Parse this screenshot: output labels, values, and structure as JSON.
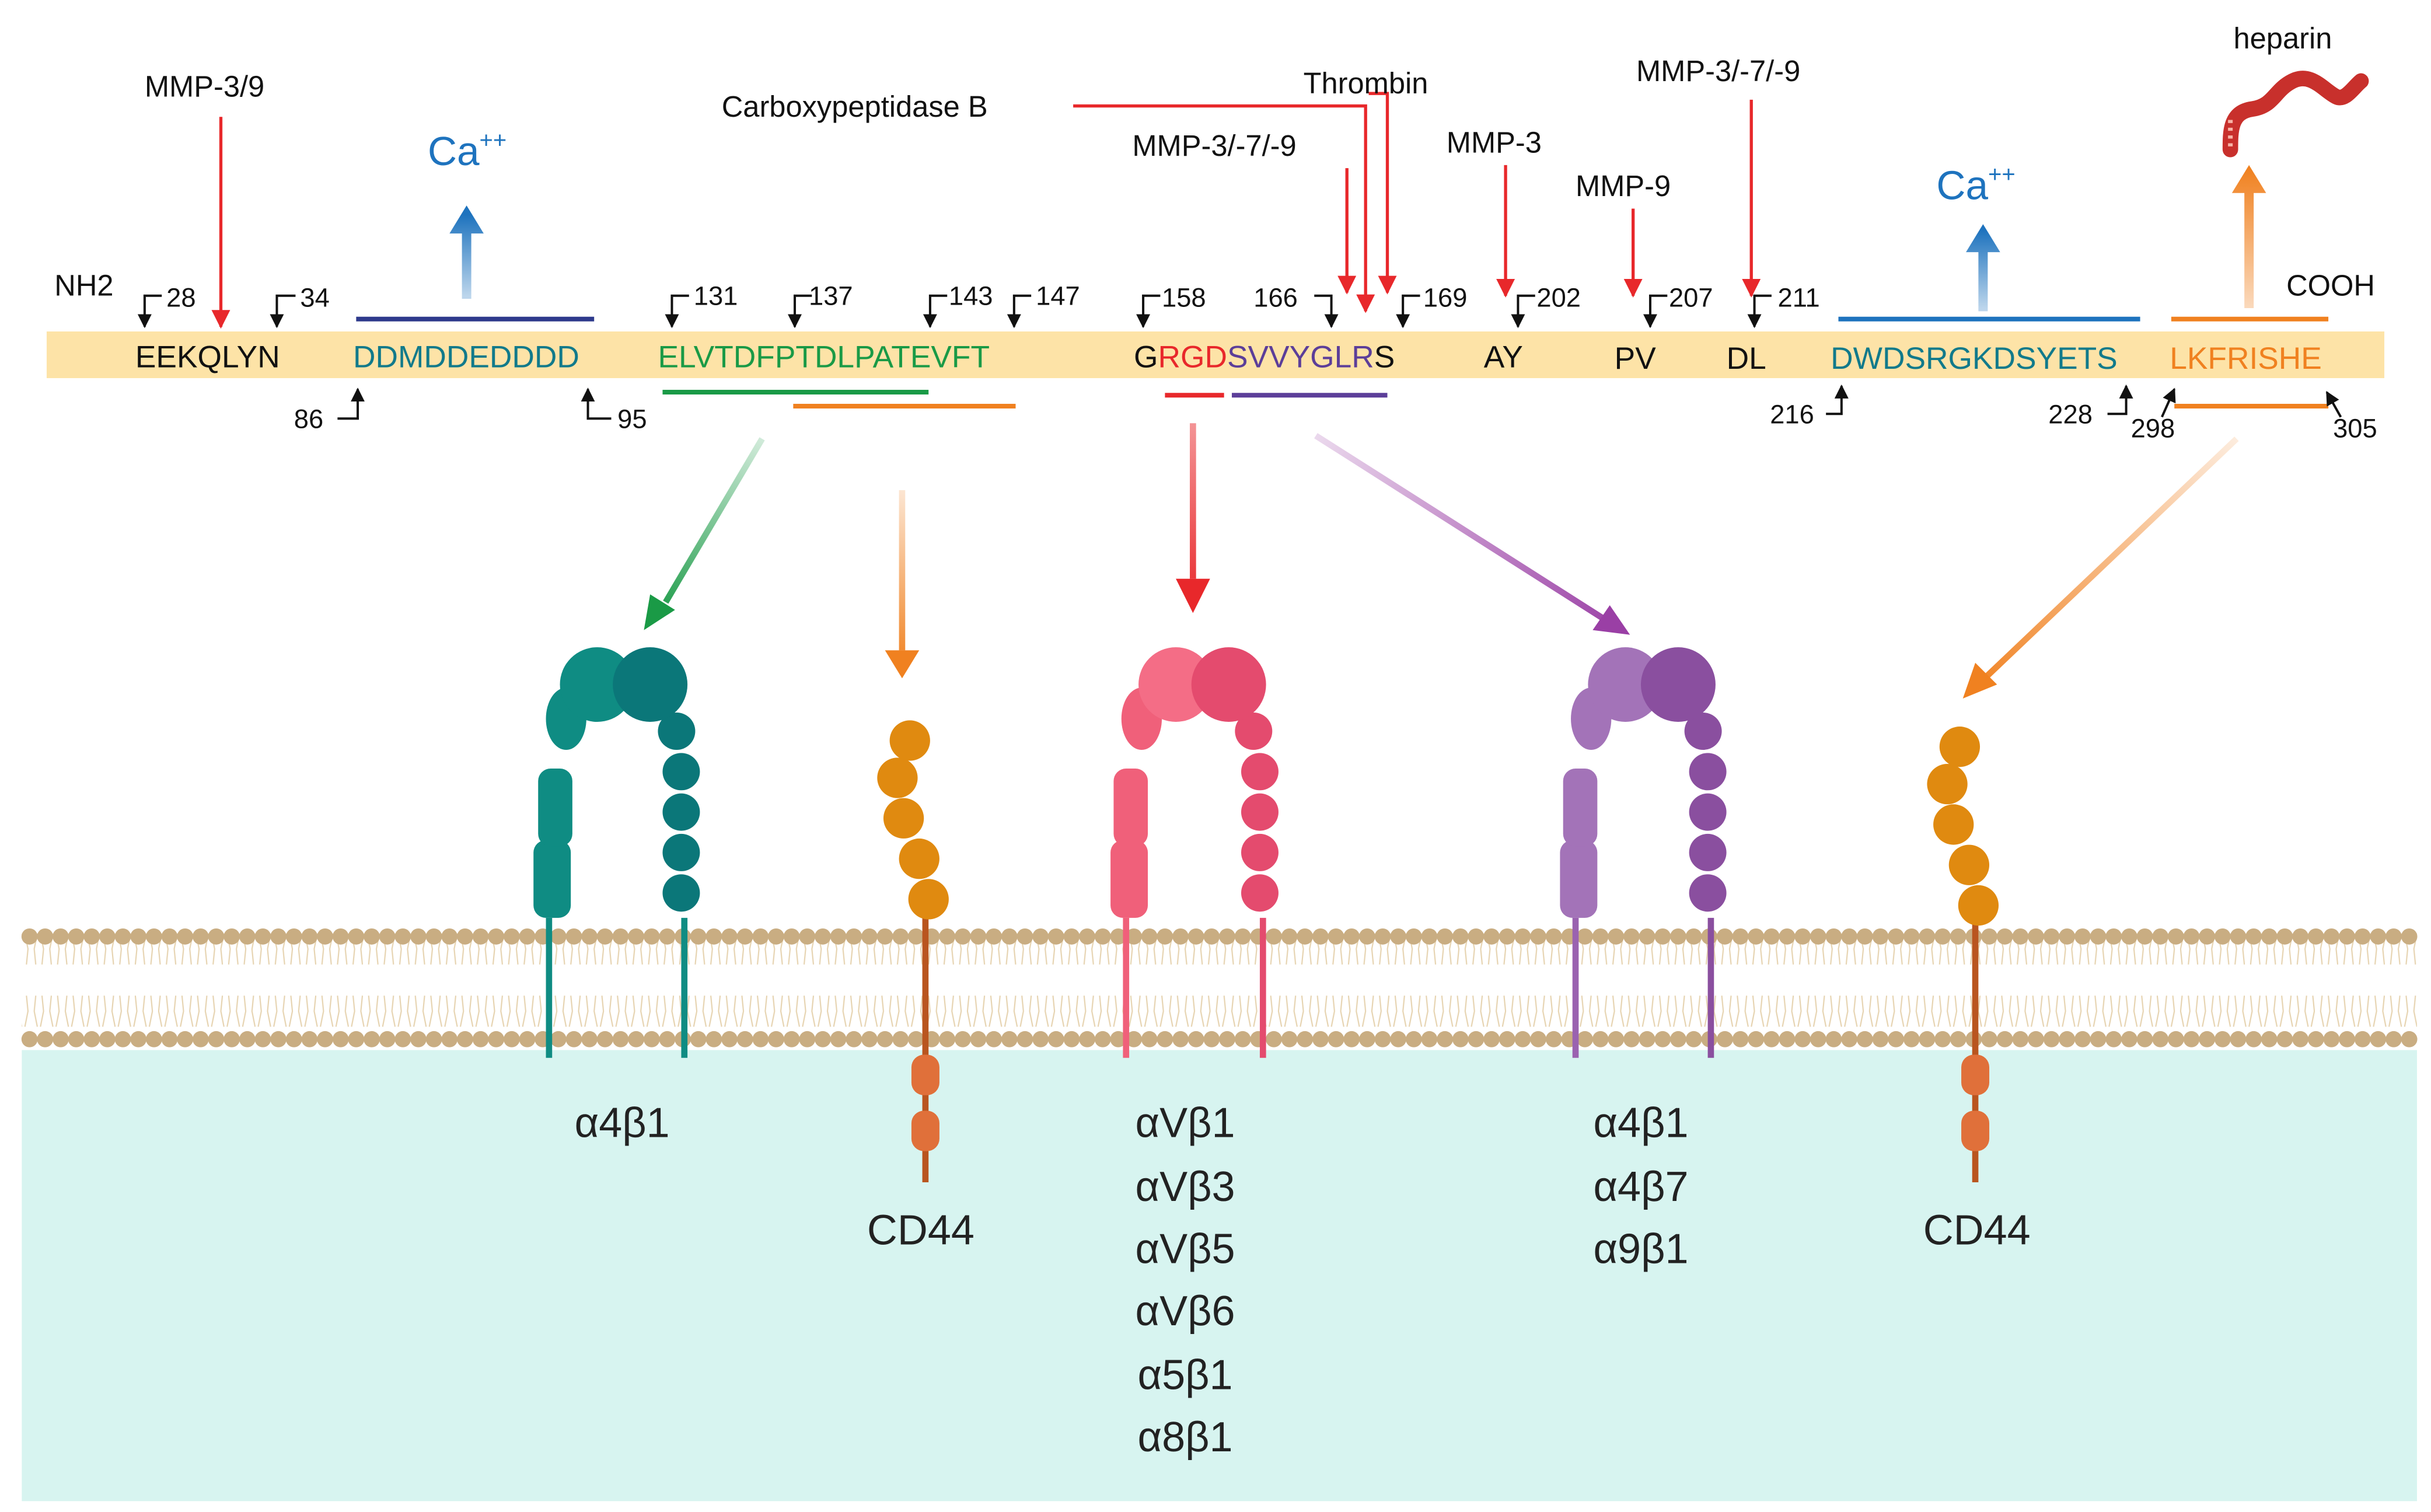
{
  "colors": {
    "teal": "#117a8b",
    "green": "#1a9a46",
    "orange": "#f08120",
    "red": "#e8282b",
    "purple": "#5c3e99",
    "navy": "#2e3a8c",
    "ca_blue": "#1e73be",
    "integrin_teal": "#0f8c83",
    "integrin_pink": "#f0607a",
    "integrin_purple": "#9a62b0",
    "cd44_orange": "#e08a10",
    "heparin_red": "#c8302c",
    "cytoplasm": "#d7f4f0",
    "sequence_bar": "#fde3a7"
  },
  "termini": {
    "n": "NH2",
    "c": "COOH"
  },
  "sequence": {
    "seg_eekqlyn": "EEKQLYN",
    "seg_dddd": "DDMDDEDDDD",
    "seg_elvt": "ELVTDFPTDLPATEVFT",
    "seg_g": "G",
    "seg_rgd": "RGD",
    "seg_svvy": "SVVYGLR",
    "seg_s": "S",
    "seg_ay": "AY",
    "seg_pv": "PV",
    "seg_dl": "DL",
    "seg_dwds": "DWDSRGKDSYETS",
    "seg_lkfr": "LKFRISHE"
  },
  "positions": {
    "p28": "28",
    "p34": "34",
    "p86": "86",
    "p95": "95",
    "p131": "131",
    "p137": "137",
    "p143": "143",
    "p147": "147",
    "p158": "158",
    "p166": "166",
    "p169": "169",
    "p202": "202",
    "p207": "207",
    "p211": "211",
    "p216": "216",
    "p228": "228",
    "p298": "298",
    "p305": "305"
  },
  "proteases": {
    "mmp39": "MMP-3/9",
    "carboxypeptidase": "Carboxypeptidase B",
    "thrombin": "Thrombin",
    "mmp379_a": "MMP-3/-7/-9",
    "mmp3": "MMP-3",
    "mmp9": "MMP-9",
    "mmp379_b": "MMP-3/-7/-9"
  },
  "ligands": {
    "ca_left": "Ca",
    "ca_right": "Ca",
    "ca_superscript": "++",
    "heparin": "heparin"
  },
  "receptors": {
    "r1": [
      "α4β1"
    ],
    "r2": [
      "CD44"
    ],
    "r3": [
      "αVβ1",
      "αVβ3",
      "αVβ5",
      "αVβ6",
      "α5β1",
      "α8β1"
    ],
    "r4": [
      "α4β1",
      "α4β7",
      "α9β1"
    ],
    "r5": [
      "CD44"
    ]
  }
}
